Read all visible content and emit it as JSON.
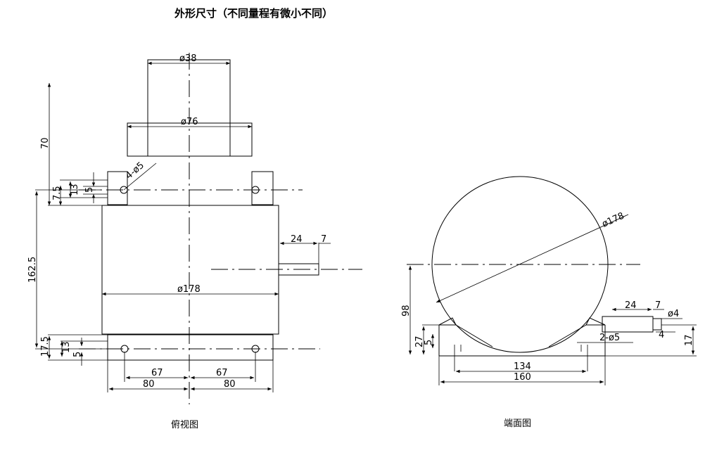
{
  "title": "外形尺寸（不同量程有微小不同）",
  "top_view": {
    "caption": "俯视图",
    "dims": {
      "shaft_dia": "ø38",
      "flange_dia": "ø76",
      "body_dia": "ø178",
      "holes": "4-ø5",
      "height_top": "70",
      "d75": "7.5",
      "d13": "13",
      "d5": "5",
      "body_len": "162.5",
      "d175": "17.5",
      "d13b": "13",
      "d5b": "5",
      "left67": "67",
      "right67": "67",
      "left80": "80",
      "right80": "80",
      "conn24": "24",
      "conn7": "7"
    }
  },
  "end_view": {
    "caption": "端面图",
    "dims": {
      "dia": "ø178",
      "h98": "98",
      "h27": "27",
      "h5": "5",
      "w134": "134",
      "w160": "160",
      "c24": "24",
      "c7": "7",
      "c_dia4": "ø4",
      "c4": "4",
      "c17": "17",
      "holes": "2-ø5"
    }
  }
}
